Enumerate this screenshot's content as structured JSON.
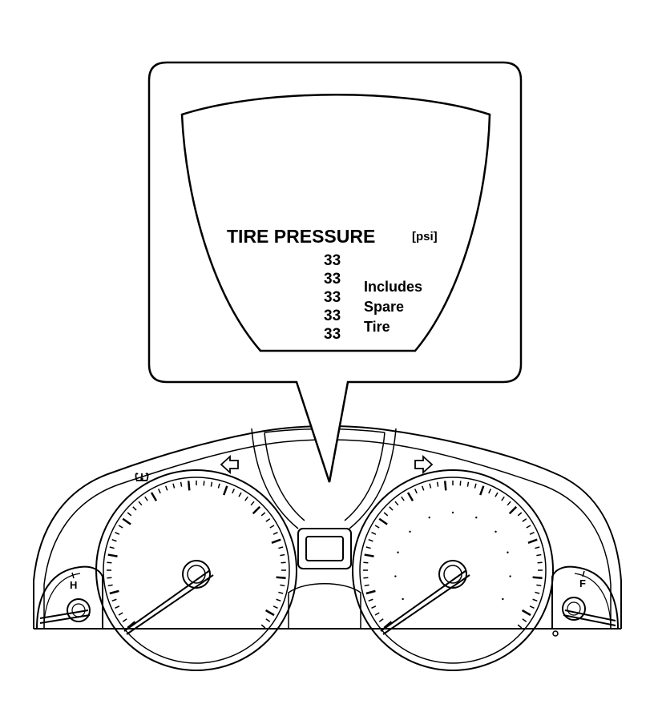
{
  "display": {
    "title": "TIRE PRESSURE",
    "unit": "[psi]",
    "pressures": [
      "33",
      "33",
      "33",
      "33",
      "33"
    ],
    "note_lines": [
      "Includes",
      "Spare",
      "Tire"
    ]
  },
  "cluster": {
    "temp_gauge_label": "H",
    "fuel_gauge_label": "F",
    "tpms_icon": "tire-pressure-warning-icon",
    "left_turn_icon": "left-turn-arrow-icon",
    "right_turn_icon": "right-turn-arrow-icon"
  },
  "colors": {
    "line": "#000000",
    "background": "#ffffff"
  }
}
